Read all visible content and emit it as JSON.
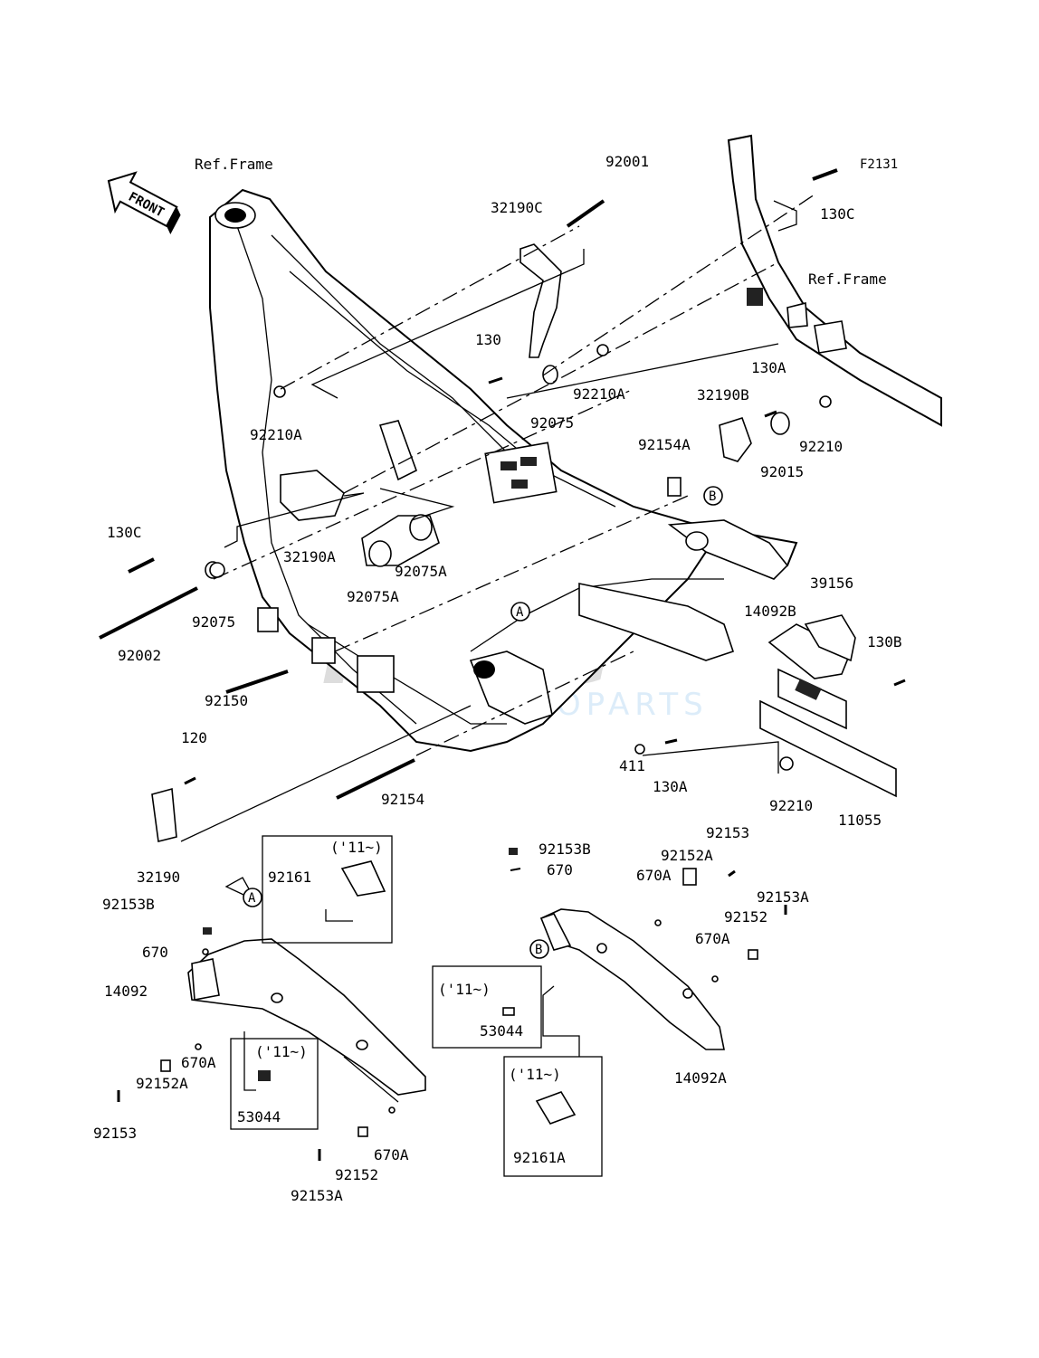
{
  "diagram": {
    "ref_code": "F2131",
    "front_label": "FRONT",
    "ref_frame_1": "Ref.Frame",
    "ref_frame_2": "Ref.Frame",
    "callouts": {
      "A_upper": "A",
      "A_lower": "A",
      "B_upper": "B",
      "B_lower": "B"
    },
    "watermark": {
      "brand": "fiche",
      "sub": "MOTOPARTS"
    },
    "part_numbers": {
      "p92001": "92001",
      "p32190C": "32190C",
      "p130C_top": "130C",
      "p130": "130",
      "p92210A_1": "92210A",
      "p92075_top": "92075",
      "p92210A_2": "92210A",
      "p130A_top": "130A",
      "p32190B": "32190B",
      "p92210_top": "92210",
      "p92015": "92015",
      "p92154A": "92154A",
      "p130C_left": "130C",
      "p32190A": "32190A",
      "p92075A_1": "92075A",
      "p92075A_2": "92075A",
      "p92075_left": "92075",
      "p92002": "92002",
      "p39156": "39156",
      "p14092B": "14092B",
      "p130B": "130B",
      "p92150": "92150",
      "p120": "120",
      "p411": "411",
      "p130A_mid": "130A",
      "p92154": "92154",
      "p92210_mid": "92210",
      "p11055": "11055",
      "p32190": "32190",
      "p92161": "92161",
      "p92153B_1": "92153B",
      "p670_1": "670",
      "p14092": "14092",
      "p670A_1": "670A",
      "p92152A_1": "92152A",
      "p92153_1": "92153",
      "p53044_1": "53044",
      "p670A_2": "670A",
      "p92152_1": "92152",
      "p92153A_1": "92153A",
      "p92153B_2": "92153B",
      "p670_2": "670",
      "p92153_2": "92153",
      "p92152A_2": "92152A",
      "p670A_3": "670A",
      "p92153A_2": "92153A",
      "p92152_2": "92152",
      "p670A_4": "670A",
      "p53044_2": "53044",
      "p14092A": "14092A",
      "p92161A": "92161A"
    },
    "year_notes": {
      "n1": "('11~)",
      "n2": "('11~)",
      "n3": "('11~)",
      "n4": "('11~)"
    }
  }
}
